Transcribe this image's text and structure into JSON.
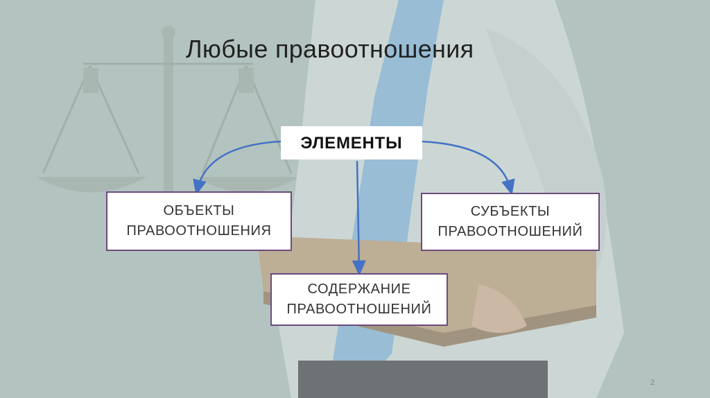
{
  "slide": {
    "title": "Любые правоотношения",
    "number": "2"
  },
  "diagram": {
    "center": "ЭЛЕМЕНТЫ",
    "left": {
      "line1": "ОБЪЕКТЫ",
      "line2": "ПРАВООТНОШЕНИЯ"
    },
    "right": {
      "line1": "СУБЪЕКТЫ",
      "line2": "ПРАВООТНОШЕНИЙ"
    },
    "bottom": {
      "line1": "СОДЕРЖАНИЕ",
      "line2": "ПРАВООТНОШЕНИЙ"
    },
    "arrow_color": "#4472c4",
    "box_border_color": "#6c4a7e"
  }
}
